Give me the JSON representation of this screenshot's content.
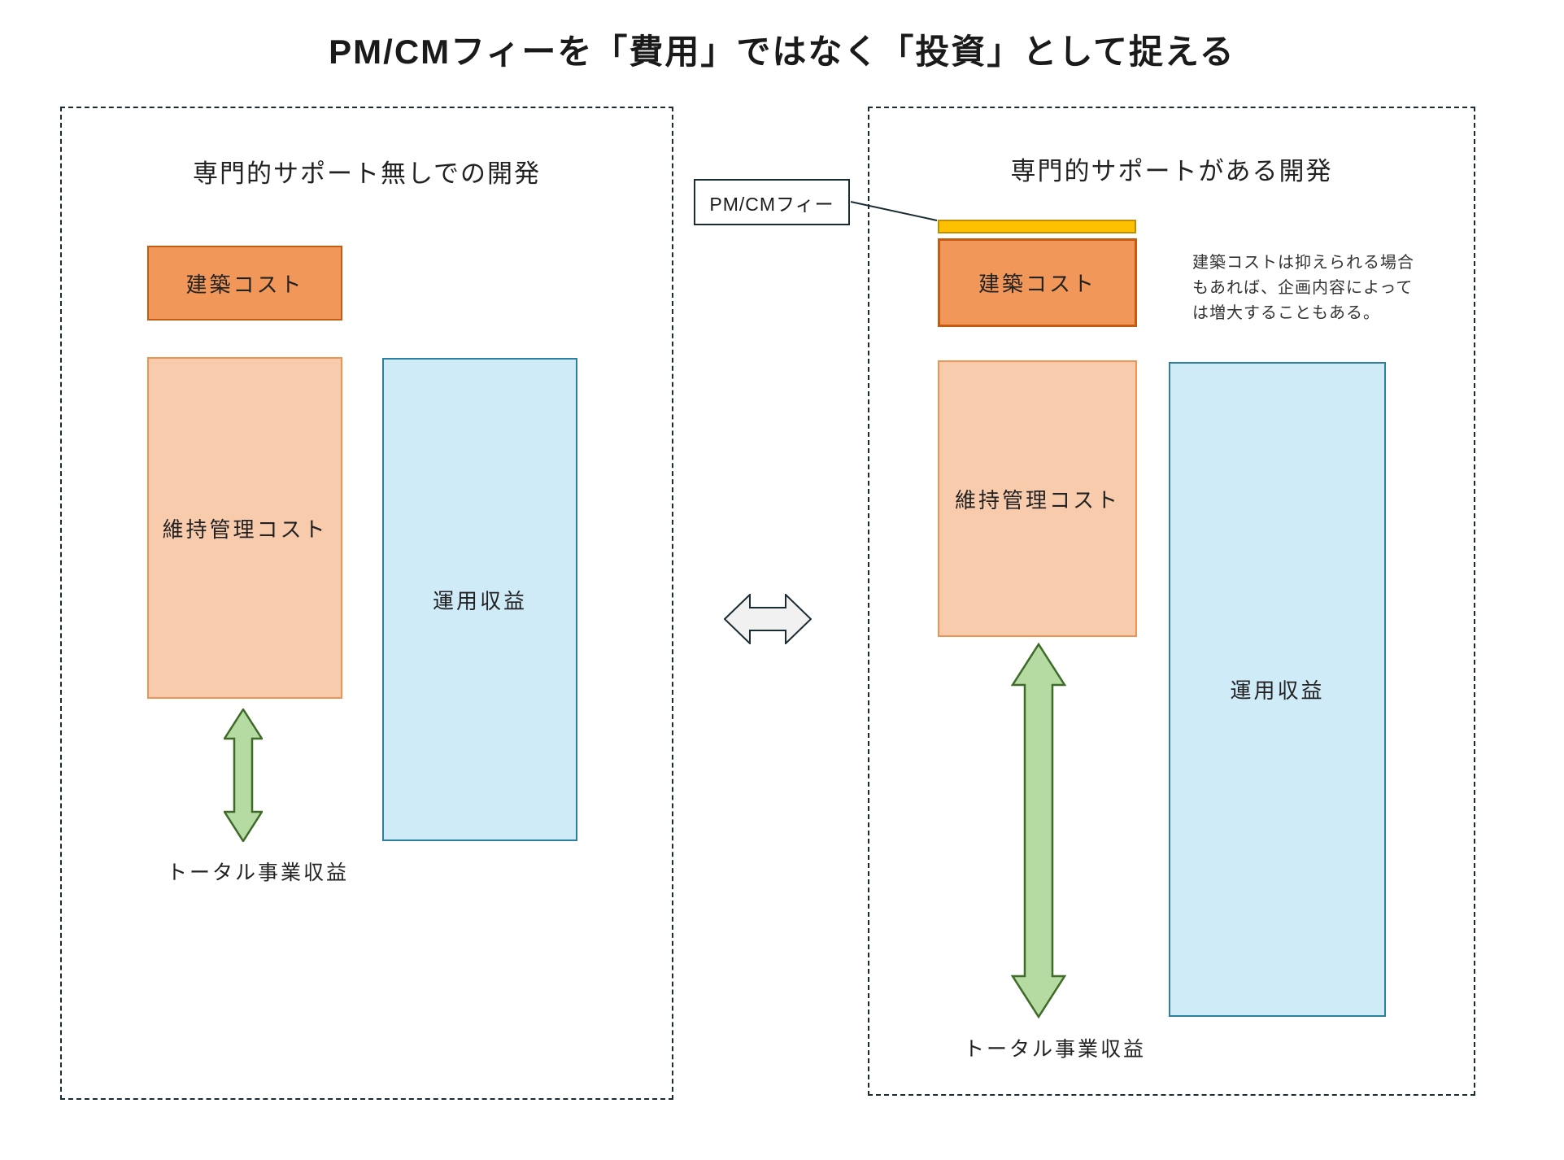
{
  "title": "PM/CMフィーを「費用」ではなく「投資」として捉える",
  "colors": {
    "construction_fill": "#F1975A",
    "construction_border": "#C55A11",
    "maintenance_fill": "#F8CBAD",
    "maintenance_border": "#ED9455",
    "revenue_fill": "#CFEBF8",
    "revenue_border": "#2C7F9E",
    "fee_fill": "#FFC000",
    "fee_border": "#BF8F00",
    "arrow_green_fill": "#B5DBA2",
    "arrow_green_border": "#3E6B28",
    "arrow_gray_fill": "#F1F1F1",
    "line_dark": "#1A2B33"
  },
  "left_panel": {
    "heading": "専門的サポート無しでの開発",
    "construction": "建築コスト",
    "maintenance": "維持管理コスト",
    "revenue": "運用収益",
    "total": "トータル事業収益"
  },
  "callout": {
    "fee_label": "PM/CMフィー"
  },
  "right_panel": {
    "heading": "専門的サポートがある開発",
    "construction": "建築コスト",
    "maintenance": "維持管理コスト",
    "revenue": "運用収益",
    "total": "トータル事業収益",
    "note": "建築コストは抑えられる場合\nもあれば、企画内容によって\nは増大することもある。"
  }
}
